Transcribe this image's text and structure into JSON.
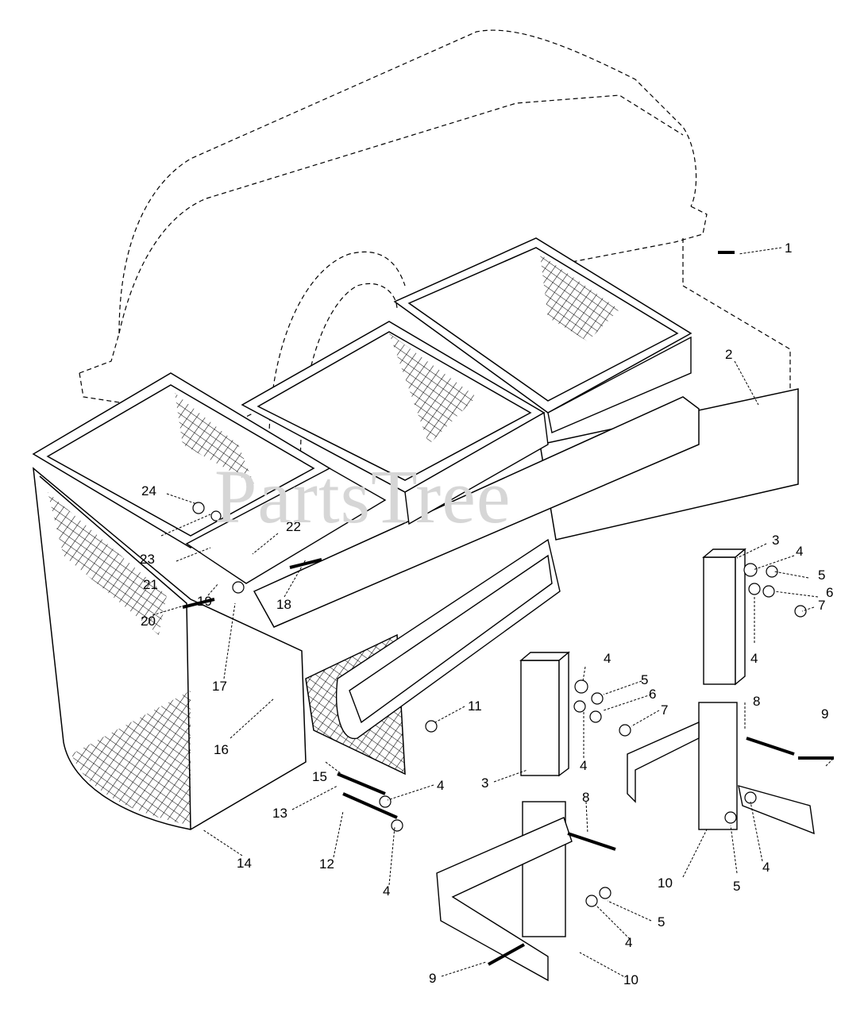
{
  "watermark": "PartsTree",
  "callouts": [
    {
      "id": "c1",
      "text": "1"
    },
    {
      "id": "c2",
      "text": "2"
    },
    {
      "id": "c3a",
      "text": "3"
    },
    {
      "id": "c3b",
      "text": "3"
    },
    {
      "id": "c4a",
      "text": "4"
    },
    {
      "id": "c4b",
      "text": "4"
    },
    {
      "id": "c4c",
      "text": "4"
    },
    {
      "id": "c4d",
      "text": "4"
    },
    {
      "id": "c4e",
      "text": "4"
    },
    {
      "id": "c4f",
      "text": "4"
    },
    {
      "id": "c4g",
      "text": "4"
    },
    {
      "id": "c4h",
      "text": "4"
    },
    {
      "id": "c5a",
      "text": "5"
    },
    {
      "id": "c5b",
      "text": "5"
    },
    {
      "id": "c5c",
      "text": "5"
    },
    {
      "id": "c5d",
      "text": "5"
    },
    {
      "id": "c6a",
      "text": "6"
    },
    {
      "id": "c6b",
      "text": "6"
    },
    {
      "id": "c7a",
      "text": "7"
    },
    {
      "id": "c7b",
      "text": "7"
    },
    {
      "id": "c8a",
      "text": "8"
    },
    {
      "id": "c8b",
      "text": "8"
    },
    {
      "id": "c9a",
      "text": "9"
    },
    {
      "id": "c9b",
      "text": "9"
    },
    {
      "id": "c10a",
      "text": "10"
    },
    {
      "id": "c10b",
      "text": "10"
    },
    {
      "id": "c11",
      "text": "11"
    },
    {
      "id": "c12",
      "text": "12"
    },
    {
      "id": "c13",
      "text": "13"
    },
    {
      "id": "c14",
      "text": "14"
    },
    {
      "id": "c15",
      "text": "15"
    },
    {
      "id": "c16",
      "text": "16"
    },
    {
      "id": "c17",
      "text": "17"
    },
    {
      "id": "c18",
      "text": "18"
    },
    {
      "id": "c19",
      "text": "19"
    },
    {
      "id": "c20",
      "text": "20"
    },
    {
      "id": "c21",
      "text": "21"
    },
    {
      "id": "c22",
      "text": "22"
    },
    {
      "id": "c23",
      "text": "23"
    },
    {
      "id": "c24",
      "text": "24"
    }
  ]
}
